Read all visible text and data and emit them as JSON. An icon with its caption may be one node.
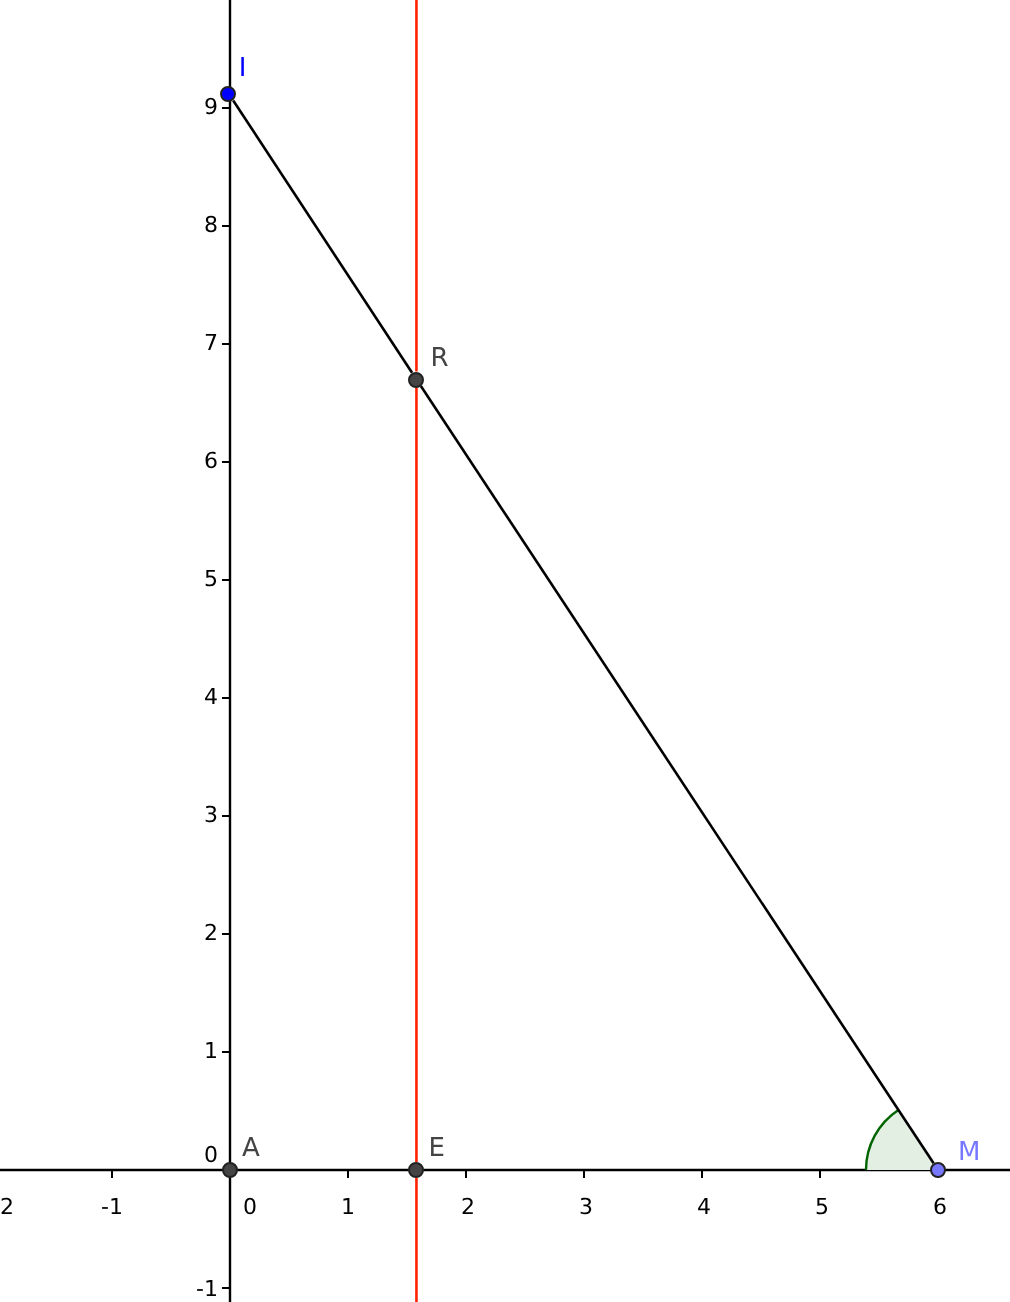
{
  "diagram": {
    "nodes": [
      {
        "text": [
          "I"
        ]
      },
      {
        "text": [
          "R"
        ]
      },
      {
        "text": [
          "A"
        ]
      },
      {
        "text": [
          "E"
        ]
      },
      {
        "text": [
          "M"
        ]
      }
    ],
    "edges": [
      {
        "from": 0,
        "to": 1,
        "arrow": "none",
        "color": "#000000"
      },
      {
        "from": 1,
        "to": 4,
        "arrow": "none",
        "color": "#000000"
      },
      {
        "from": null,
        "to": 1,
        "arrow": "none"
      },
      {
        "from": 1,
        "to": 3,
        "arrow": "none"
      },
      {
        "from": 3,
        "to": null,
        "arrow": "none"
      }
    ],
    "labels": [
      "9",
      "8",
      "7",
      "6",
      "5",
      "4",
      "3",
      "2",
      "1",
      "0",
      "2",
      "-1",
      "0",
      "1",
      "2",
      "3",
      "4",
      "5",
      "6",
      "-1"
    ]
  }
}
